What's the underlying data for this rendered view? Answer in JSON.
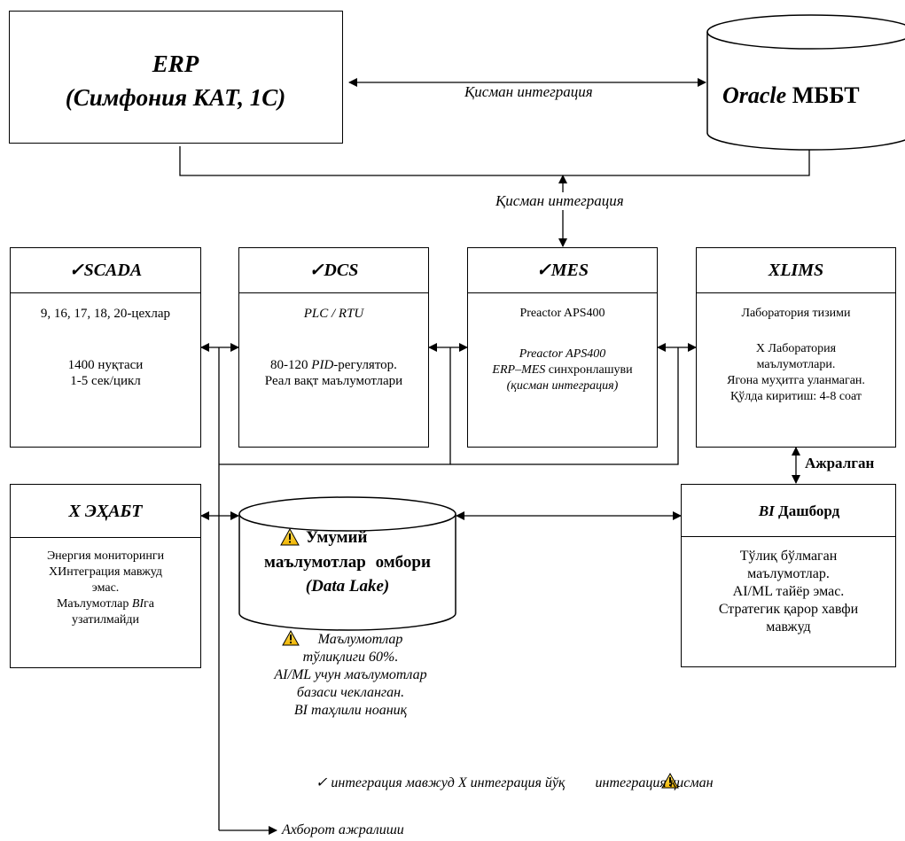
{
  "erp": {
    "line1": "ERP",
    "line2": "(Симфония КАТ, 1С)"
  },
  "oracle": {
    "name_i": "Oracle",
    "name_b": "МББТ"
  },
  "conn_top": "Қисман интеграция",
  "conn_mid": "Қисман интеграция",
  "scada": {
    "title": "✓SCADA",
    "l1": "9, 16, 17, 18, 20-цехлар",
    "l2": "1400 нуқтаси",
    "l3": "1-5 сек/цикл"
  },
  "dcs": {
    "title": "✓DCS",
    "l1": "PLC / RTU",
    "l2a": "80-120 ",
    "l2b": "PID",
    "l2c": "-регулятор.",
    "l3": "Реал вақт маълумотлари"
  },
  "mes": {
    "title": "✓MES",
    "l1": "Preactor APS400",
    "l2": "Preactor APS400",
    "l3a": "ERP–MES",
    "l3b": " синхронлашуви",
    "l4": "(қисман интеграция)"
  },
  "lims": {
    "title": "ХLIMS",
    "l1": "Лаборатория тизими",
    "l2": "Х Лаборатория",
    "l3": "маълумотлари.",
    "l4": "Ягона муҳитга уланмаган.",
    "l5": "Қўлда киритиш: 4-8 соат"
  },
  "separated": "Ажралган",
  "ehabt": {
    "title": "Х ЭҲАБТ",
    "l1": "Энергия мониторинги",
    "l2": "ХИнтеграция мавжуд",
    "l3": "эмас.",
    "l4a": "Маълумотлар ",
    "l4b": "BI",
    "l4c": "га",
    "l5": "узатилмайди"
  },
  "lake": {
    "l1": "Умумий",
    "l2": "маълумотлар омбори",
    "l3": "(Data Lake)"
  },
  "lake_note": {
    "l1": "Маълумотлар",
    "l2": "тўлиқлиги 60%.",
    "l3": "AI/ML учун маълумотлар",
    "l4": "базаси чекланган.",
    "l5": "BI таҳлили ноаниқ"
  },
  "bi": {
    "title_a": "BI",
    "title_b": " Дашборд",
    "l1": "Тўлиқ бўлмаган",
    "l2": "маълумотлар.",
    "l3": "AI/ML тайёр эмас.",
    "l4": "Стратегик қарор хавфи",
    "l5": "мавжуд"
  },
  "legend": {
    "a": "✓ интеграция мавжуд",
    "b": "Х интеграция йўқ",
    "c": "интеграция қисман"
  },
  "info_gap": "Ахборот ажралиши"
}
